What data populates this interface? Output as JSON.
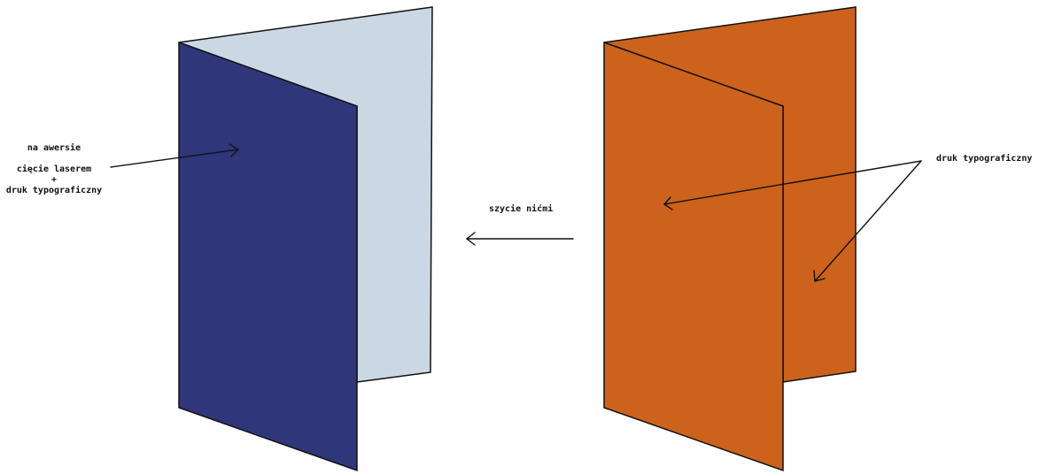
{
  "colors": {
    "navy_panel": "#2f367a",
    "light_panel": "#cbd8e4",
    "orange_panel": "#cc621c",
    "stroke": "#111111"
  },
  "labels": {
    "left_top": "na awersie",
    "left_line1": "cięcie laserem",
    "left_plus": "+",
    "left_line2": "druk typograficzny",
    "middle": "szycie nićmi",
    "right": "druk typograficzny"
  }
}
